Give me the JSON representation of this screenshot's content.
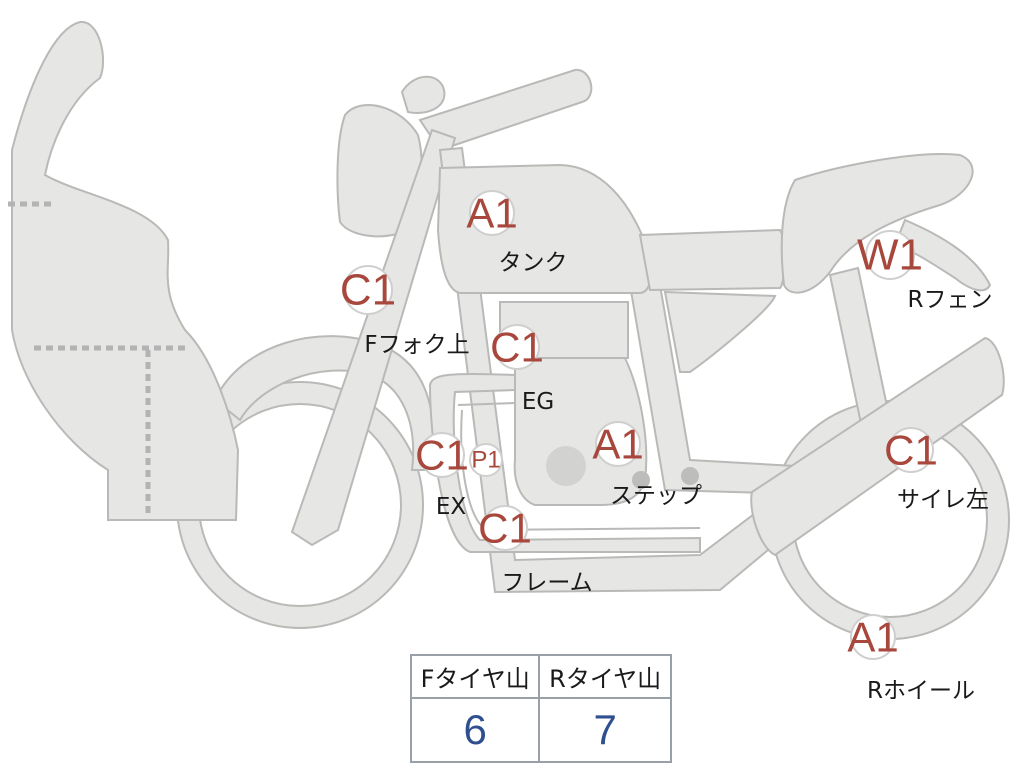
{
  "markers": [
    {
      "id": "tank",
      "grade": "A1",
      "label": "タンク"
    },
    {
      "id": "front-fork",
      "grade": "C1",
      "label": "Fフォク上"
    },
    {
      "id": "engine",
      "grade": "C1",
      "label": "EG"
    },
    {
      "id": "exhaust",
      "grade": "C1",
      "label": "EX"
    },
    {
      "id": "exhaust-p",
      "grade": "P1",
      "label": ""
    },
    {
      "id": "step",
      "grade": "A1",
      "label": "ステップ"
    },
    {
      "id": "frame",
      "grade": "C1",
      "label": "フレーム"
    },
    {
      "id": "rear-fender",
      "grade": "W1",
      "label": "Rフェン"
    },
    {
      "id": "silencer",
      "grade": "C1",
      "label": "サイレ左"
    },
    {
      "id": "rear-wheel",
      "grade": "A1",
      "label": "Rホイール"
    }
  ],
  "tire_table": {
    "headers": [
      "Fタイヤ山",
      "Rタイヤ山"
    ],
    "values": [
      "6",
      "7"
    ]
  }
}
